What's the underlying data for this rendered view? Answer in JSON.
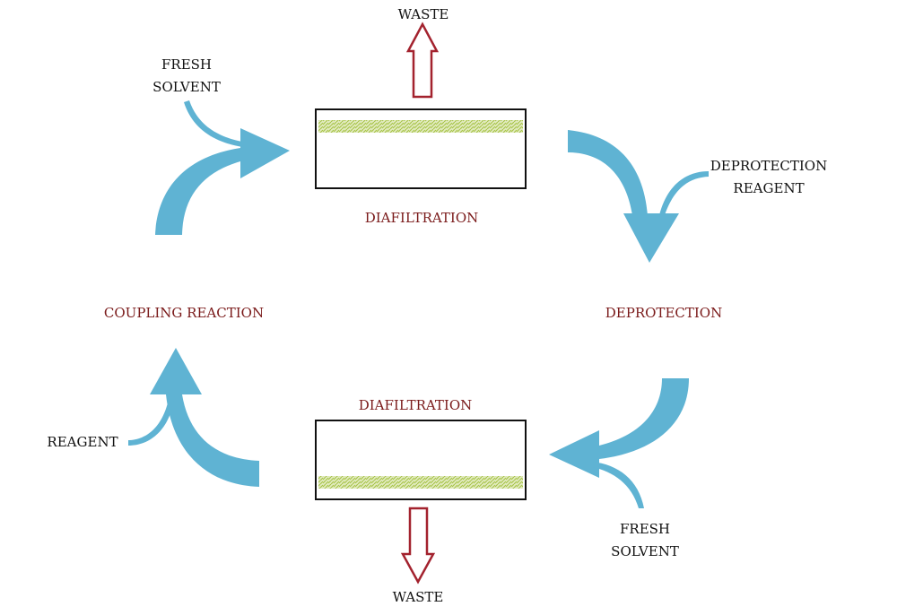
{
  "labels": {
    "waste_top": "WASTE",
    "fresh_solvent_top_1": "FRESH",
    "fresh_solvent_top_2": "SOLVENT",
    "diafiltration_top": "DIAFILTRATION",
    "deprotection_reagent_1": "DEPROTECTION",
    "deprotection_reagent_2": "REAGENT",
    "coupling_reaction": "COUPLING REACTION",
    "deprotection": "DEPROTECTION",
    "diafiltration_bottom": "DIAFILTRATION",
    "reagent": "REAGENT",
    "fresh_solvent_bottom_1": "FRESH",
    "fresh_solvent_bottom_2": "SOLVENT",
    "waste_bottom": "WASTE"
  },
  "colors": {
    "flow_arrow": "#5fb3d3",
    "waste_arrow": "#a3222e",
    "step_label": "#7a1a1a",
    "membrane": "#a9c44a"
  }
}
